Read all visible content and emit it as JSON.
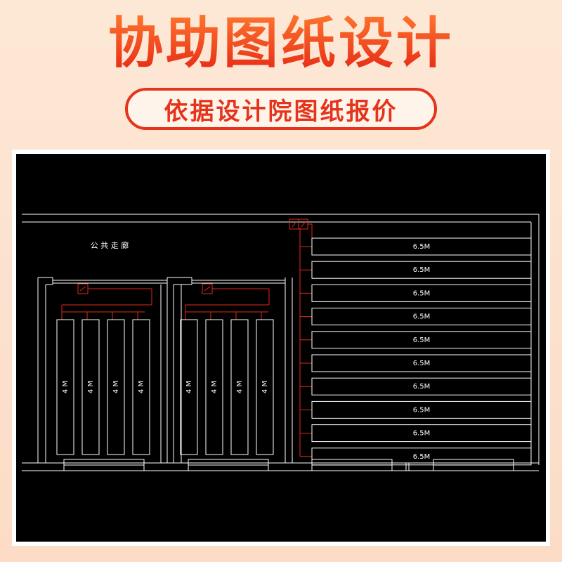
{
  "header": {
    "title": "协助图纸设计",
    "subtitle": "依据设计院图纸报价"
  },
  "drawing": {
    "corridor_label": "公 共 走 廊",
    "left_group_labels": [
      "4 M",
      "4 M",
      "4 M",
      "4 M"
    ],
    "middle_group_labels": [
      "4 M",
      "4 M",
      "4 M",
      "4 M"
    ],
    "right_group_labels": [
      "6.5M",
      "6.5M",
      "6.5M",
      "6.5M",
      "6.5M",
      "6.5M",
      "6.5M",
      "6.5M",
      "6.5M",
      "6.5M"
    ]
  },
  "colors": {
    "accent": "#e5331c",
    "line": "#ffffff",
    "pipe": "#e02a1a",
    "canvas": "#000000"
  }
}
